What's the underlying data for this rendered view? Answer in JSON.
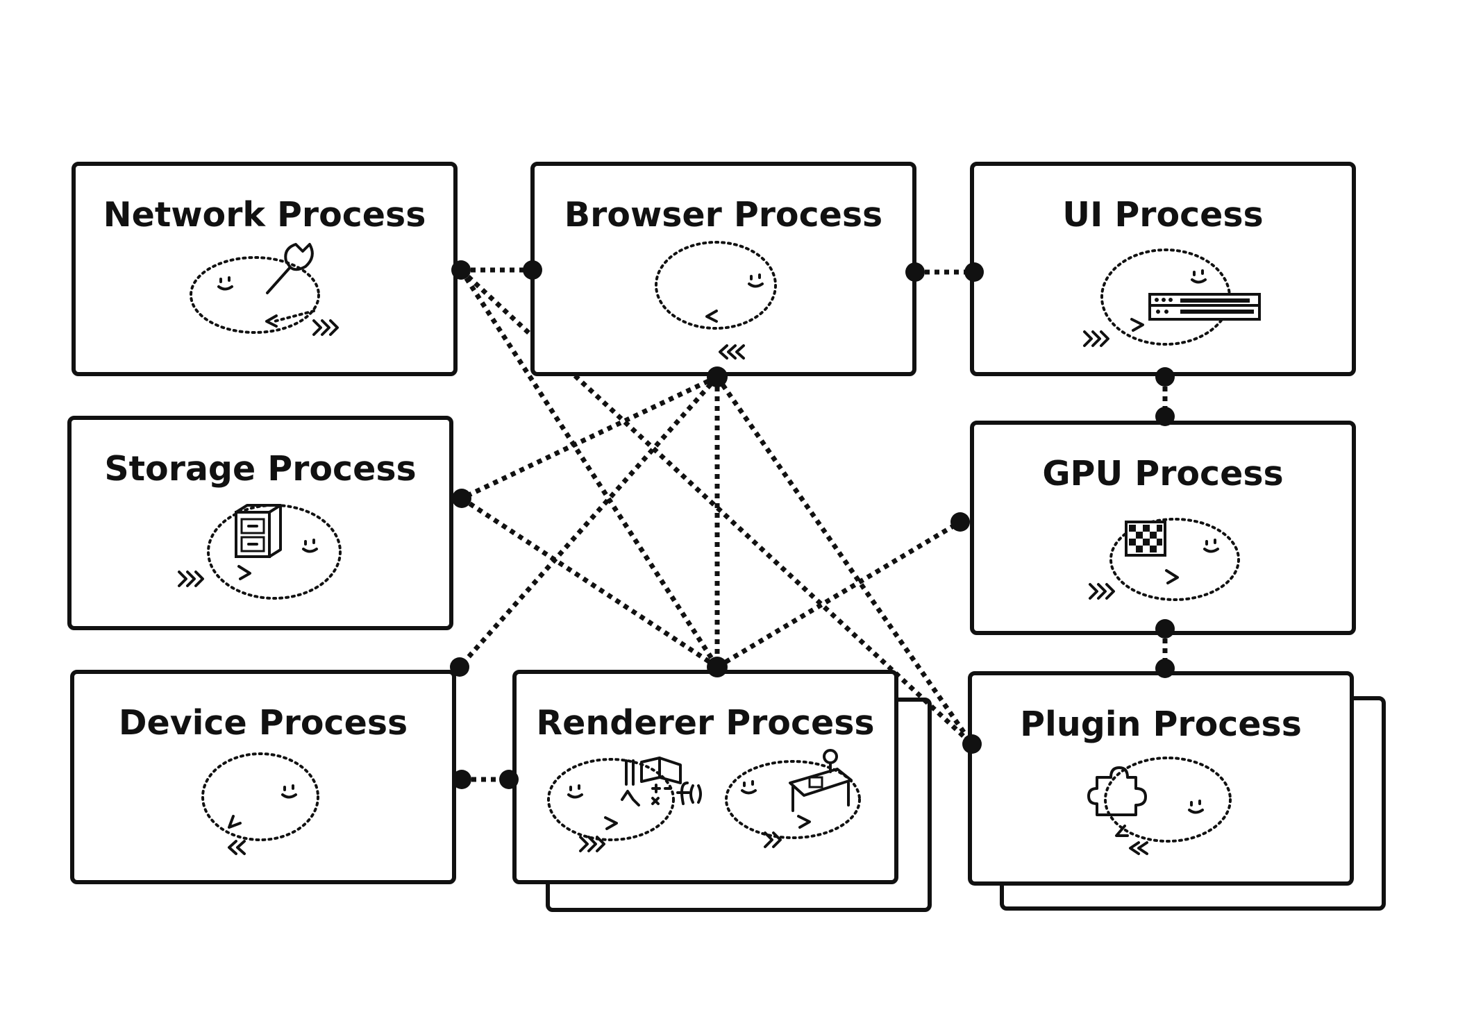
{
  "diagram": {
    "processes": {
      "network": {
        "label": "Network Process"
      },
      "browser": {
        "label": "Browser Process"
      },
      "ui": {
        "label": "UI Process"
      },
      "storage": {
        "label": "Storage Process"
      },
      "gpu": {
        "label": "GPU Process"
      },
      "device": {
        "label": "Device Process"
      },
      "renderer": {
        "label": "Renderer Process"
      },
      "plugin": {
        "label": "Plugin Process"
      }
    },
    "connections": [
      [
        "network",
        "browser"
      ],
      [
        "browser",
        "ui"
      ],
      [
        "ui",
        "gpu"
      ],
      [
        "gpu",
        "plugin"
      ],
      [
        "device",
        "renderer"
      ],
      [
        "browser",
        "storage"
      ],
      [
        "browser",
        "device"
      ],
      [
        "browser",
        "renderer"
      ],
      [
        "browser",
        "plugin"
      ],
      [
        "network",
        "renderer"
      ],
      [
        "network",
        "plugin"
      ],
      [
        "storage",
        "renderer"
      ],
      [
        "renderer",
        "gpu"
      ]
    ],
    "colors": {
      "ink": "#111111",
      "background": "#ffffff"
    }
  }
}
